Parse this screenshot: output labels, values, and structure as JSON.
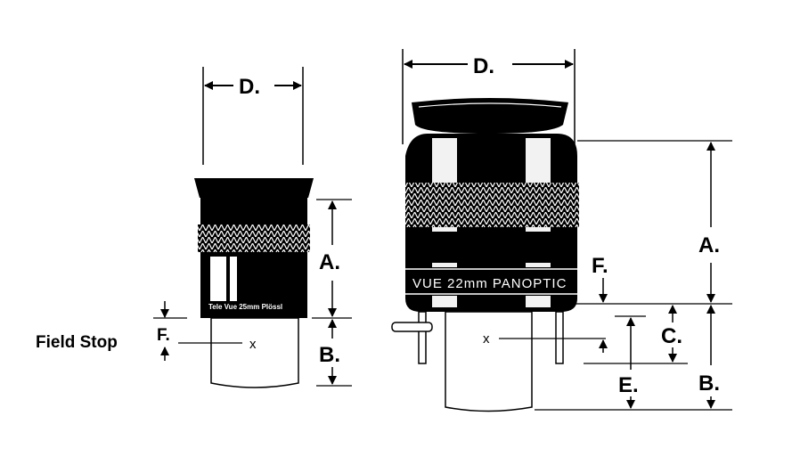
{
  "labels": {
    "d": "D.",
    "a": "A.",
    "b": "B.",
    "c": "C.",
    "e": "E.",
    "f": "F.",
    "x": "x",
    "field_stop": "Field Stop"
  },
  "eyepieces": {
    "small": {
      "engraving": "Tele Vue 25mm Plössl"
    },
    "large": {
      "engraving": "VUE 22mm PANOPTIC"
    }
  }
}
